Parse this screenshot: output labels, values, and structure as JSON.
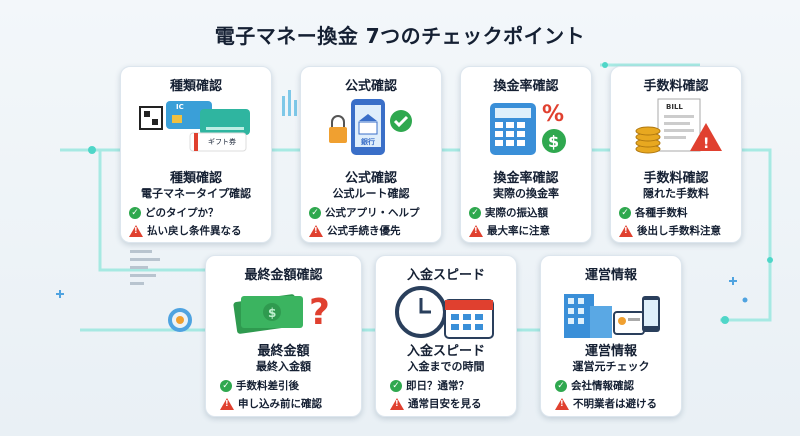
{
  "title": "電子マネー換金 7つのチェックポイント",
  "colors": {
    "accent": "#4fd6c8",
    "ok": "#2fa84f",
    "warn": "#e0402f",
    "text": "#152033"
  },
  "cards": [
    {
      "heading": "種類確認",
      "title": "種類確認",
      "subtitle": "電子マネータイプ確認",
      "ok": "どのタイプか？",
      "warn": "払い戻し条件異なる",
      "ic_label": "IC",
      "gift_label": "ギフト券"
    },
    {
      "heading": "公式確認",
      "title": "公式確認",
      "subtitle": "公式ルート確認",
      "ok": "公式アプリ・ヘルプ",
      "warn": "公式手続き優先",
      "bank_label": "銀行"
    },
    {
      "heading": "換金率確認",
      "title": "換金率確認",
      "subtitle": "実際の換金率",
      "ok": "実際の振込額",
      "warn": "最大率に注意"
    },
    {
      "heading": "手数料確認",
      "title": "手数料確認",
      "subtitle": "隠れた手数料",
      "ok": "各種手数料",
      "warn": "後出し手数料注意",
      "bill_label": "BILL"
    },
    {
      "heading": "最終金額確認",
      "title": "最終金額",
      "subtitle": "最終入金額",
      "ok": "手数料差引後",
      "warn": "申し込み前に確認"
    },
    {
      "heading": "入金スピード",
      "title": "入金スピード",
      "subtitle": "入金までの時間",
      "ok": "即日？通常？",
      "warn": "通常目安を見る"
    },
    {
      "heading": "運営情報",
      "title": "運営情報",
      "subtitle": "運営元チェック",
      "ok": "会社情報確認",
      "warn": "不明業者は避ける"
    }
  ]
}
